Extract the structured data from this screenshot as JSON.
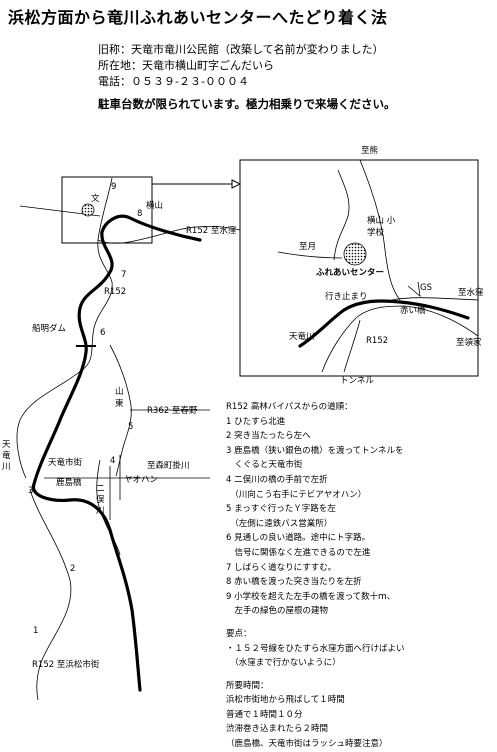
{
  "title": "浜松方面から竜川ふれあいセンターへたどり着く法",
  "info": {
    "old_name": "旧称：天竜市竜川公民館（改築して名前が変わりました）",
    "address": "所在地：天竜市横山町字ごんだいら",
    "phone": "電話：０５３９-２３-０００４"
  },
  "notice": "駐車台数が限られています。極力相乗りで来場ください。",
  "map_labels": {
    "yokoyama": "横山",
    "school_mark": "文",
    "r152_mizukubo": "R152 至水窪",
    "r152_mid": "R152",
    "funaake_dam": "船明ダム",
    "yamahigashi": "山東",
    "r362_haruno": "R362 至春野",
    "tenryu_gawa": "天竜川",
    "tenryu_shigai": "天竜市街",
    "kashima_bashi": "鹿島橋",
    "yaohan": "ヤオハン",
    "shimoricho_kakegawa": "至森町掛川",
    "futamata_gawa": "二俣川",
    "r152_hamamatsu": "R152 至浜松市街",
    "num_1": "1",
    "num_2": "2",
    "num_3": "3",
    "num_4": "4",
    "num_5": "5",
    "num_6": "6",
    "num_7": "7",
    "num_8": "8",
    "num_9": "9"
  },
  "inset_labels": {
    "shikuma": "至熊",
    "yokoyama_school": "横山 小学校",
    "shizuki": "至月",
    "center": "ふれあいセンター",
    "ikidomari": "行き止まり",
    "gs": "GS",
    "mizukubo": "至水窪",
    "akai_bashi": "赤い橋",
    "tenryu_gawa": "天竜川",
    "r152": "R152",
    "tunnel": "トンネル",
    "shiryoke": "至領家"
  },
  "directions": {
    "heading": "R152 高林バイパスからの道順：",
    "steps": [
      "1 ひたすら北進",
      "2 突き当たったら左へ",
      "3 鹿島橋（狭い銀色の橋）を渡ってトンネルを",
      "　くぐると天竜市街",
      "4 二俣川の橋の手前で左折",
      "　（川向こう右手にテビアヤオハン）",
      "5 まっすぐ行ったＹ字路を左",
      "　（左側に遠鉄バス営業所）",
      "6 見通しの良い道路。途中にト字路。",
      "　信号に関係なく左進できるので左進",
      "7 しばらく道なりにすすむ。",
      "8 赤い橋を渡った突き当たりを左折",
      "9 小学校を超えた左手の橋を渡って数十ｍ、",
      "　左手の緑色の屋根の建物"
    ],
    "points_heading": "要点：",
    "points": [
      "・１５２号線をひたすら水窪方面へ行けばよい",
      "　（水窪まで行かないように）"
    ],
    "time_heading": "所要時間：",
    "times": [
      "浜松市街地から飛ばして１時間",
      "普通で１時間１０分",
      "渋滞巻き込まれたら２時間",
      "（鹿島橋、天竜市街はラッシュ時要注意）"
    ]
  }
}
